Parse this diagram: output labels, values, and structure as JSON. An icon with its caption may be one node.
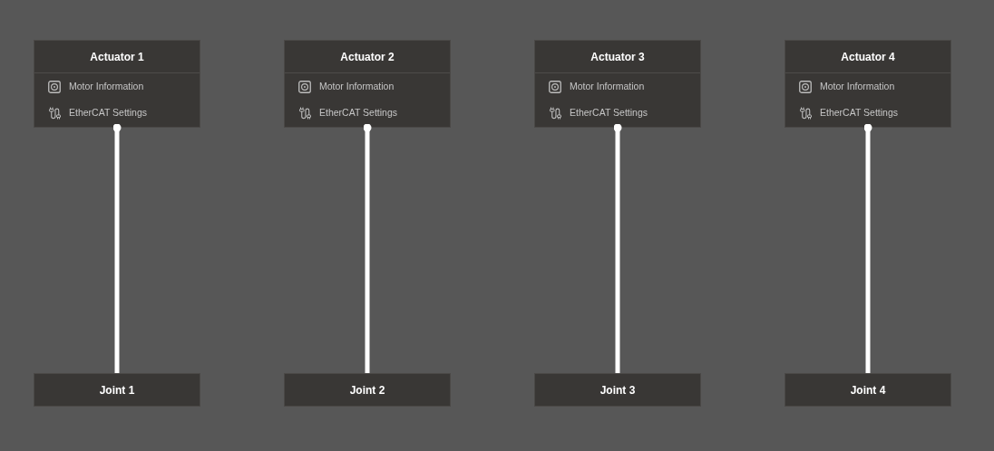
{
  "diagram": {
    "nodes": [
      {
        "text": [
          "Actuator 1",
          "Motor Information",
          "EtherCAT Settings"
        ]
      },
      {
        "text": [
          "Actuator 2",
          "Motor Information",
          "EtherCAT Settings"
        ]
      },
      {
        "text": [
          "Actuator 3",
          "Motor Information",
          "EtherCAT Settings"
        ]
      },
      {
        "text": [
          "Actuator 4",
          "Motor Information",
          "EtherCAT Settings"
        ]
      },
      {
        "text": [
          "Joint 1"
        ]
      },
      {
        "text": [
          "Joint 2"
        ]
      },
      {
        "text": [
          "Joint 3"
        ]
      },
      {
        "text": [
          "Joint 4"
        ]
      }
    ],
    "edges": [
      {
        "from": 0,
        "to": 4,
        "arrow": "other"
      },
      {
        "from": 1,
        "to": 5,
        "arrow": "other"
      },
      {
        "from": 2,
        "to": 6,
        "arrow": "other"
      },
      {
        "from": 3,
        "to": 7,
        "arrow": "other"
      }
    ]
  }
}
